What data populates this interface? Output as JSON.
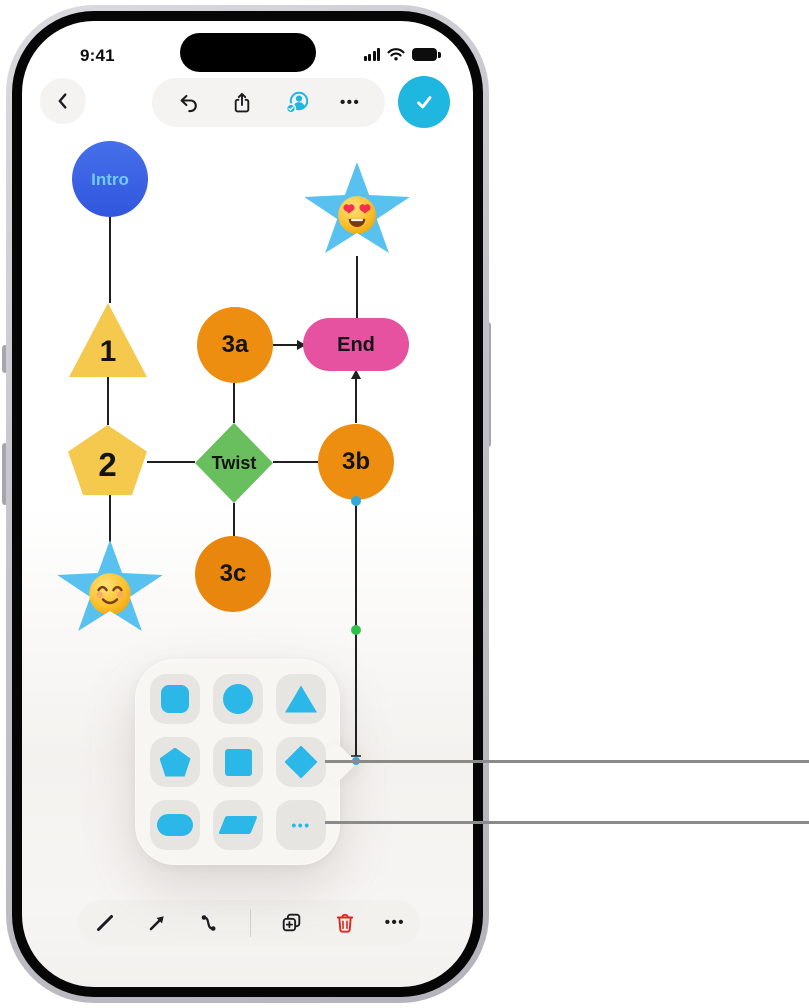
{
  "status_bar": {
    "time": "9:41"
  },
  "nav_toolbar": {
    "more_label": "•••"
  },
  "flowchart": {
    "nodes": [
      {
        "id": "intro",
        "shape": "circle",
        "color": "blue",
        "label": "Intro"
      },
      {
        "id": "step-1",
        "shape": "triangle",
        "color": "yellow",
        "label": "1"
      },
      {
        "id": "step-2",
        "shape": "pentagon",
        "color": "yellow",
        "label": "2"
      },
      {
        "id": "star-top",
        "shape": "star",
        "color": "light-blue",
        "emoji": "heart-eyes"
      },
      {
        "id": "step-3a",
        "shape": "circle",
        "color": "orange",
        "label": "3a"
      },
      {
        "id": "end",
        "shape": "rounded-rectangle",
        "color": "pink",
        "label": "End"
      },
      {
        "id": "twist",
        "shape": "diamond",
        "color": "green",
        "label": "Twist"
      },
      {
        "id": "step-3b",
        "shape": "circle",
        "color": "orange",
        "label": "3b"
      },
      {
        "id": "step-3c",
        "shape": "circle",
        "color": "orange",
        "label": "3c"
      },
      {
        "id": "star-bottom",
        "shape": "star",
        "color": "light-blue",
        "emoji": "smiling-blush"
      }
    ],
    "connections": [
      {
        "from": "intro",
        "to": "step-1"
      },
      {
        "from": "step-1",
        "to": "step-2"
      },
      {
        "from": "step-2",
        "to": "star-bottom"
      },
      {
        "from": "step-2",
        "to": "twist"
      },
      {
        "from": "twist",
        "to": "step-3a"
      },
      {
        "from": "twist",
        "to": "step-3b"
      },
      {
        "from": "twist",
        "to": "step-3c"
      },
      {
        "from": "step-3a",
        "to": "end",
        "arrow": true
      },
      {
        "from": "step-3b",
        "to": "end",
        "arrow": true
      },
      {
        "from": "star-top",
        "to": "end"
      },
      {
        "from": "step-3b",
        "to": "open-end",
        "selected": true,
        "handles": [
          "start-point",
          "midpoint",
          "end-point"
        ]
      }
    ]
  },
  "shape_picker": {
    "shapes": [
      "rounded-square",
      "circle",
      "triangle",
      "pentagon",
      "square",
      "diamond",
      "oval",
      "parallelogram",
      "more"
    ],
    "more_label": "•••"
  },
  "bottom_toolbar": {
    "tools": [
      "line",
      "arrow",
      "connector",
      "duplicate",
      "delete",
      "more"
    ],
    "more_label": "•••"
  },
  "colors": {
    "accent_cyan": "#1FB6E0",
    "node_blue": "#3A60E4",
    "node_yellow": "#F5C94E",
    "node_orange": "#EE8E10",
    "node_green": "#69BE5E",
    "node_pink": "#E6529F",
    "star_blue": "#58C1F0",
    "intro_label": "#6FCBF3",
    "handle_green": "#2EC24B",
    "handle_blue": "#2FA9E0",
    "delete_red": "#E0271B",
    "callout_gray": "#8A8A8A"
  }
}
